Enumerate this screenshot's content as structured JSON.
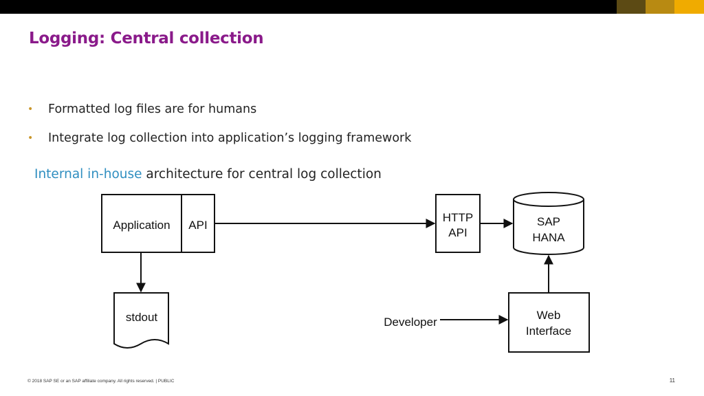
{
  "slide": {
    "title": "Logging: Central collection",
    "bullets": [
      "Formatted log files are for humans",
      "Integrate log collection into application’s logging framework"
    ],
    "subtitle_accent": "Internal in-house",
    "subtitle_rest": " architecture for central log collection",
    "footer": "© 2018 SAP SE or an SAP affiliate company. All rights reserved.   |   PUBLIC",
    "page_number": "11"
  },
  "diagram": {
    "application": "Application",
    "api": "API",
    "stdout": "stdout",
    "http_api_line1": "HTTP",
    "http_api_line2": "API",
    "sap_hana_line1": "SAP",
    "sap_hana_line2": "HANA",
    "web_interface_line1": "Web",
    "web_interface_line2": "Interface",
    "developer": "Developer"
  },
  "colors": {
    "title": "#8a1a8a",
    "accent": "#2f8ec0",
    "bullet": "#c9962a",
    "brand_dark": "#5c4a14",
    "brand_mid": "#b88a12",
    "brand_light": "#f0ab00"
  }
}
